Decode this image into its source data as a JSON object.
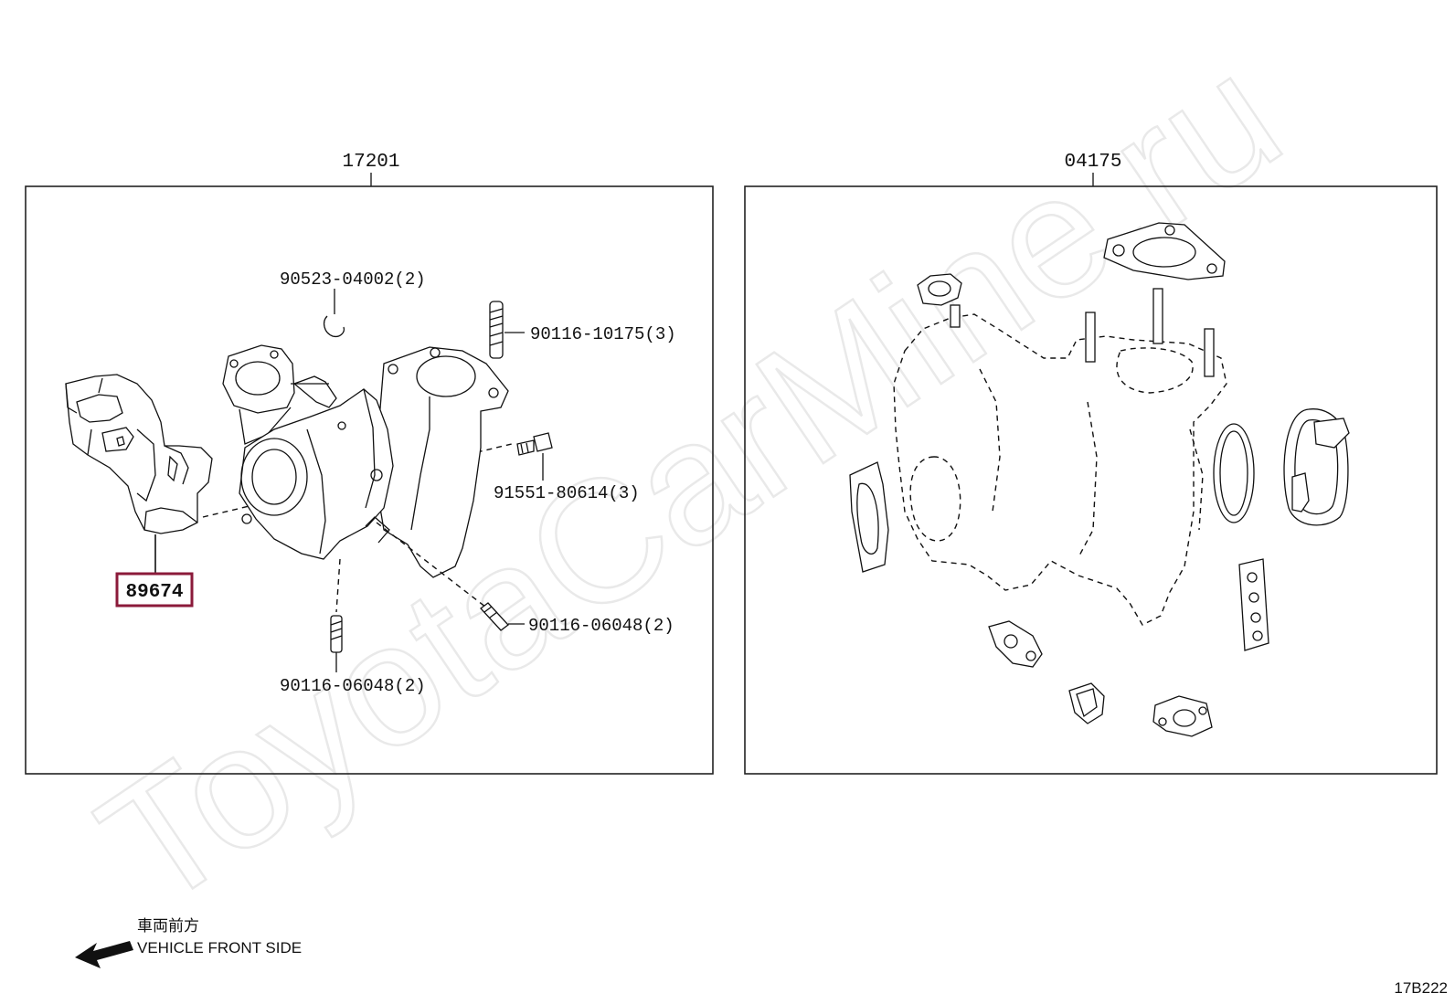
{
  "watermark": "ToyotaCarMine.ru",
  "assemblies": [
    {
      "number": "17201"
    },
    {
      "number": "04175"
    }
  ],
  "callouts": {
    "c1": "90523-04002(2)",
    "c2": "90116-10175(3)",
    "c3": "91551-80614(3)",
    "c4": "90116-06048(2)",
    "c5": "90116-06048(2)"
  },
  "highlight": {
    "number": "89674",
    "color": "#8b1a3a"
  },
  "orientation": {
    "japanese": "車両前方",
    "english": "VEHICLE FRONT SIDE"
  },
  "diagram_code": "17B222"
}
